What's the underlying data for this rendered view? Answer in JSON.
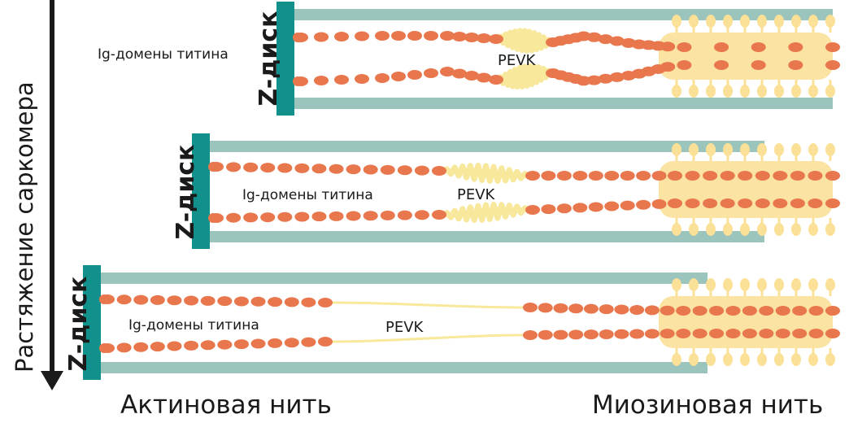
{
  "diagram": {
    "axis_label": "Растяжение саркомера",
    "z_disc_label": "Z-диск",
    "ig_label": "Ig-домены титина",
    "pevk_label": "PEVK",
    "actin_label": "Актиновая нить",
    "myosin_label": "Миозиновая нить"
  },
  "colors": {
    "actin": "#9bc4bd",
    "z_disc": "#12918c",
    "ig_domain": "#e9774d",
    "pevk": "#f7e89c",
    "myosin": "#fbe3a4",
    "myosin_head": "#fbe097",
    "arrow": "#1a1a1a"
  }
}
